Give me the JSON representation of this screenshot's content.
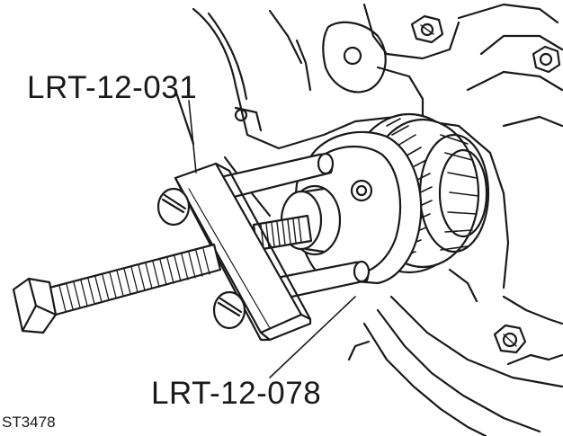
{
  "figure": {
    "code": "ST3478",
    "callouts": [
      {
        "id": "puller-tool",
        "text": "LRT-12-031"
      },
      {
        "id": "pulley-adaptor",
        "text": "LRT-12-078"
      }
    ]
  },
  "palette": {
    "ink": "#1a1a1a",
    "paper": "#ffffff"
  },
  "components": [
    "engine-casing",
    "timing-pulley",
    "puller-crossbar",
    "threaded-rod",
    "forcing-bolt",
    "clamp-bolts",
    "casing-nuts"
  ]
}
